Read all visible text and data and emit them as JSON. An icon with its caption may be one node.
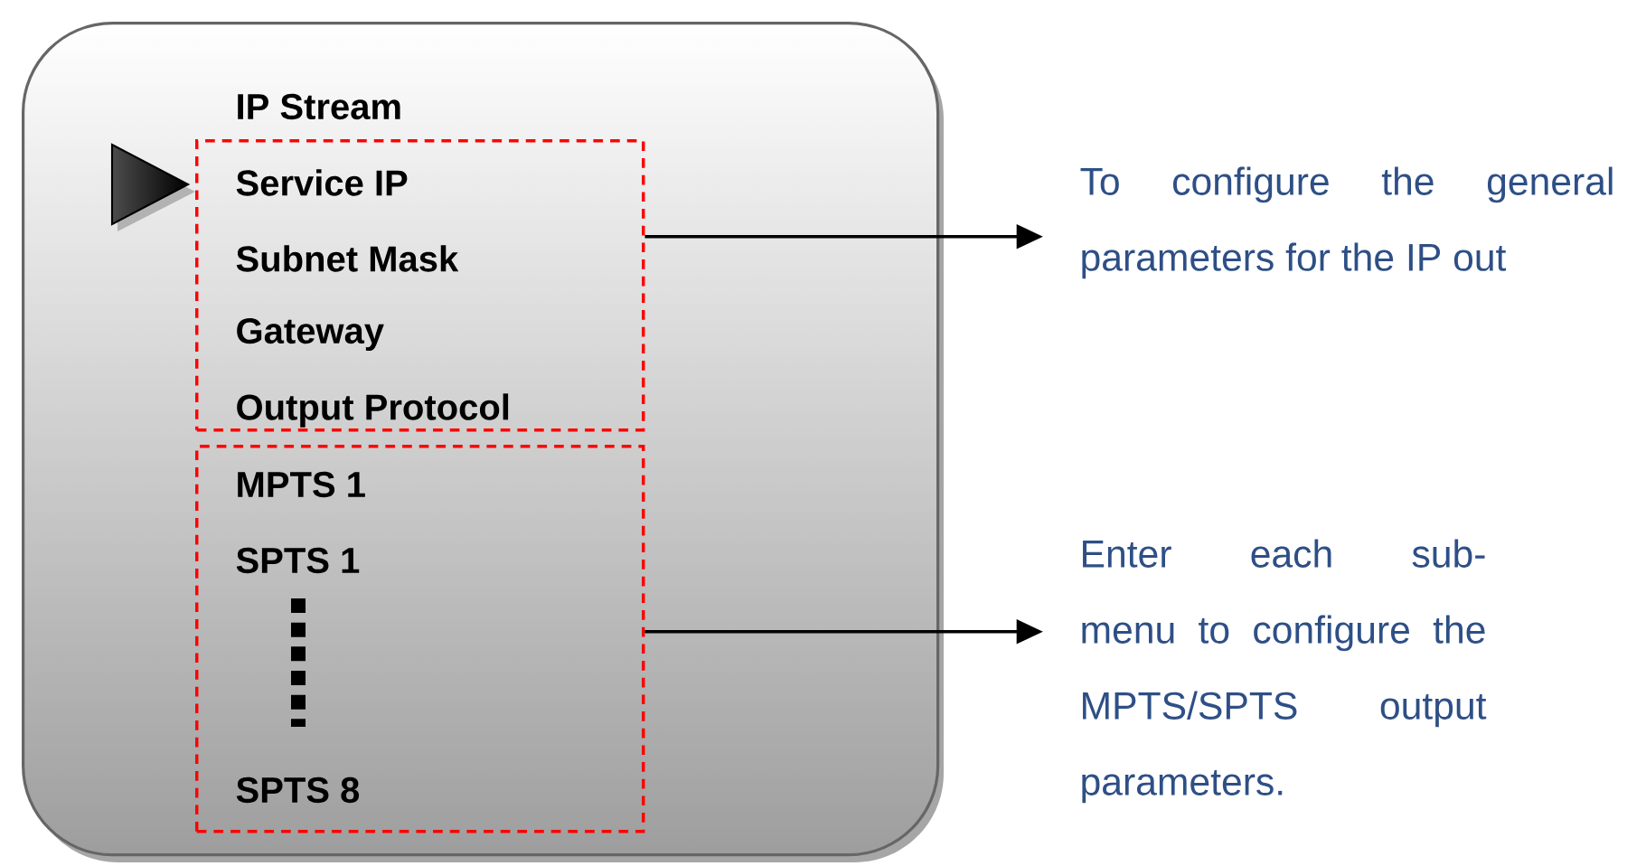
{
  "diagram": {
    "nodes": [
      {
        "text": [
          "IP Stream"
        ]
      },
      {
        "text": [
          "Service IP",
          "Subnet Mask",
          "Gateway",
          "Output Protocol"
        ],
        "in": 0
      },
      {
        "text": [
          "MPTS 1",
          "SPTS 1",
          "SPTS 8"
        ],
        "in": 0
      },
      {
        "text": [
          "To configure the general parameters for the IP out"
        ]
      },
      {
        "text": [
          "Enter each sub-menu to configure the MPTS/SPTS output parameters."
        ]
      }
    ],
    "edges": [
      {
        "from": 1,
        "to": 3,
        "arrow": "to"
      },
      {
        "from": 2,
        "to": 4,
        "arrow": "to"
      }
    ]
  }
}
